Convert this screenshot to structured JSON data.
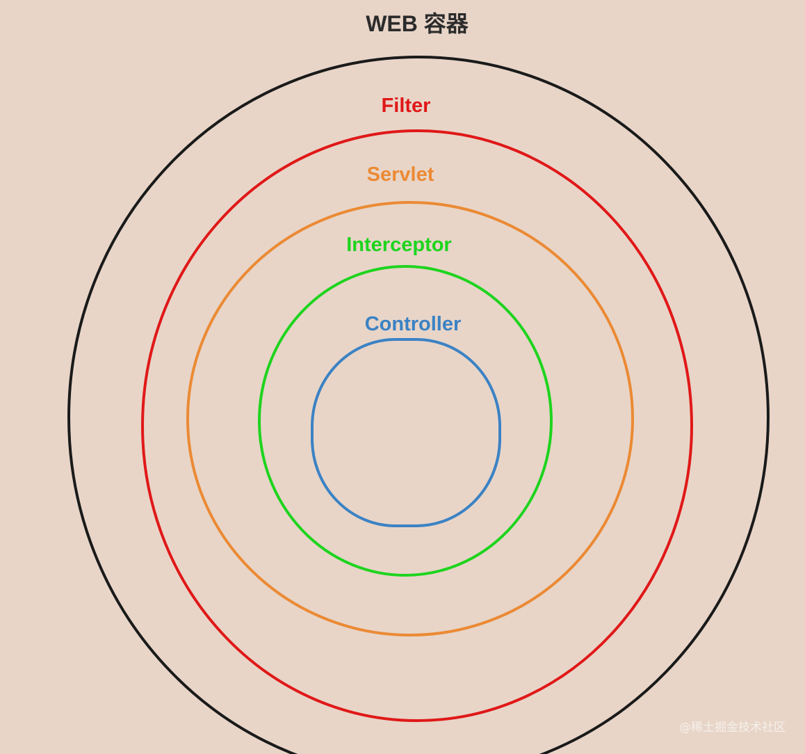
{
  "title": "WEB 容器",
  "layers": [
    {
      "name": "web-container",
      "label": "",
      "color": "#1a1a1a"
    },
    {
      "name": "filter",
      "label": "Filter",
      "color": "#e01818"
    },
    {
      "name": "servlet",
      "label": "Servlet",
      "color": "#eb8a34"
    },
    {
      "name": "interceptor",
      "label": "Interceptor",
      "color": "#1ed41e"
    },
    {
      "name": "controller",
      "label": "Controller",
      "color": "#3b82c4"
    }
  ],
  "watermark": "@稀土掘金技术社区",
  "colors": {
    "background": "#e8d5c8",
    "title": "#2b2b2b"
  }
}
